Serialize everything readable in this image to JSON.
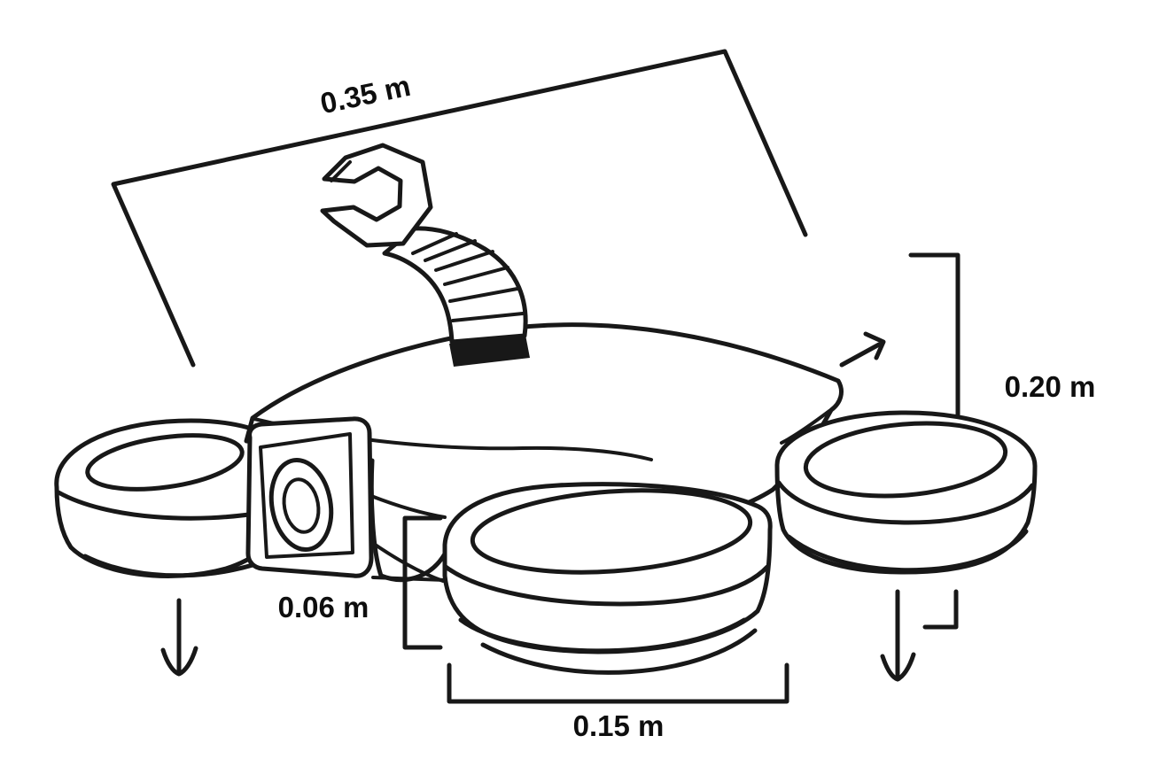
{
  "figure": {
    "type": "technical-line-sketch",
    "subject": "drone-with-manipulator-arm",
    "colors": {
      "ink": "#181818",
      "background": "#ffffff"
    },
    "labels": {
      "span": "0.35 m",
      "rotor_height": "0.20 m",
      "body_height": "0.06 m",
      "rotor_diameter": "0.15 m"
    }
  }
}
